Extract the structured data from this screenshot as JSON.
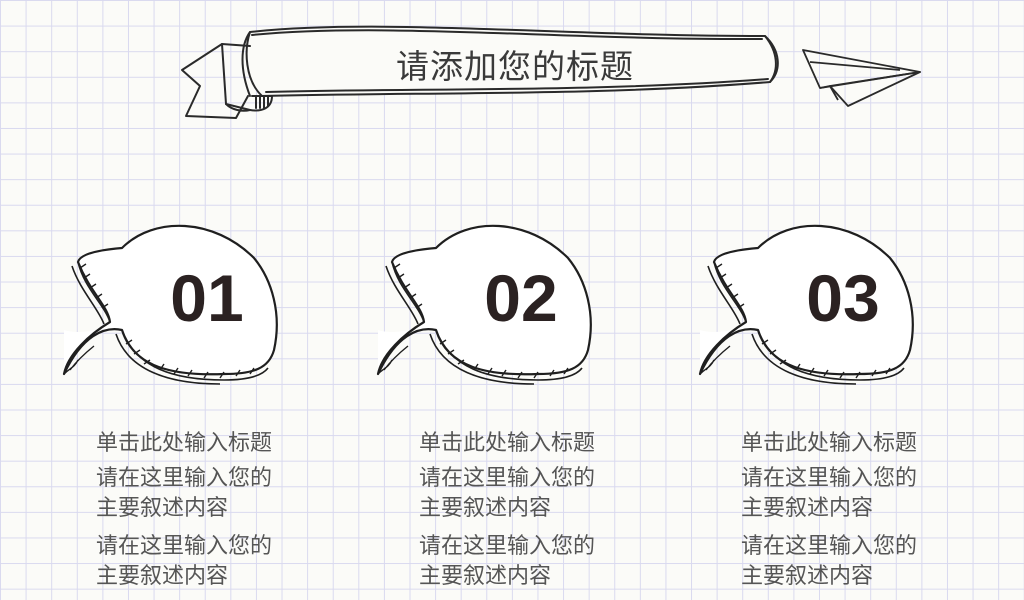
{
  "title": "请添加您的标题",
  "items": [
    {
      "number": "01",
      "heading": "单击此处输入标题",
      "paragraphs": [
        "请在这里输入您的\n主要叙述内容",
        "请在这里输入您的\n主要叙述内容"
      ]
    },
    {
      "number": "02",
      "heading": "单击此处输入标题",
      "paragraphs": [
        "请在这里输入您的\n主要叙述内容",
        "请在这里输入您的\n主要叙述内容"
      ]
    },
    {
      "number": "03",
      "heading": "单击此处输入标题",
      "paragraphs": [
        "请在这里输入您的\n主要叙述内容",
        "请在这里输入您的\n主要叙述内容"
      ]
    }
  ],
  "colors": {
    "ink": "#2b2222",
    "grid": "#d9d9ef",
    "paper": "#fbfbf8"
  },
  "icons": [
    "ribbon-banner-icon",
    "paper-plane-icon",
    "speech-bubble-icon"
  ]
}
